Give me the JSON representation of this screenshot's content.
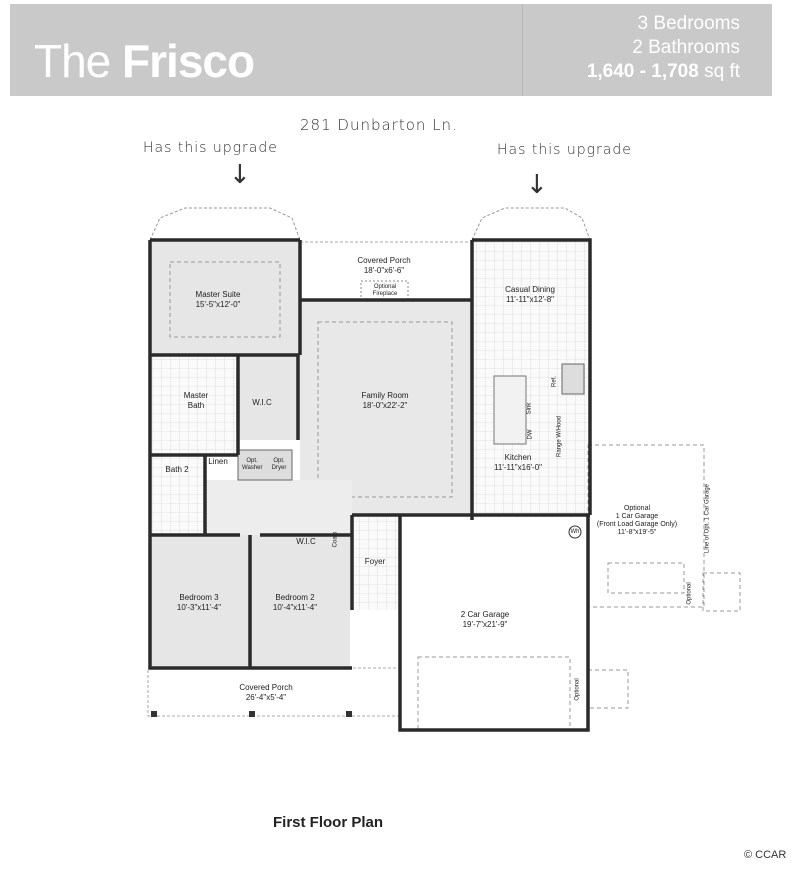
{
  "header": {
    "title_light": "The",
    "title_bold": "Frisco",
    "bedrooms": "3 Bedrooms",
    "bathrooms": "2 Bathrooms",
    "sqft_range": "1,640 - 1,708",
    "sqft_unit": "sq ft"
  },
  "annotations": {
    "address": "281 Dunbarton Ln.",
    "note_left": "Has this upgrade",
    "note_right": "Has this upgrade",
    "arrow": "↓"
  },
  "rooms": {
    "master_suite": {
      "name": "Master Suite",
      "size": "15'-5\"x12'-0\""
    },
    "covered_porch_rear": {
      "name": "Covered Porch",
      "size": "18'-0\"x6'-6\""
    },
    "optional_fireplace": "Optional Fireplace",
    "casual_dining": {
      "name": "Casual Dining",
      "size": "11'-11\"x12'-8\""
    },
    "master_bath": "Master Bath",
    "wic_master": "W.I.C",
    "family_room": {
      "name": "Family Room",
      "size": "18'-0\"x22'-2\""
    },
    "ref": "Ref.",
    "sink": "Sink",
    "dw": "DW",
    "range": "Range W/Hood",
    "kitchen": {
      "name": "Kitchen",
      "size": "11'-11\"x16'-0\""
    },
    "bath2": "Bath 2",
    "linen": "Linen",
    "washer": "Opt. Washer",
    "dryer": "Opt. Dryer",
    "wh": "Wh",
    "optional_garage": {
      "name": "Optional",
      "line2": "1 Car Garage",
      "note": "(Front Load Garage Only)",
      "size": "11'-8\"x19'-5\""
    },
    "line_of_garage": "Line of Opt. 1 Car Garage",
    "wic_hall": "W.I.C",
    "coats": "Coats",
    "foyer": "Foyer",
    "bedroom3": {
      "name": "Bedroom 3",
      "size": "10'-3\"x11'-4\""
    },
    "bedroom2": {
      "name": "Bedroom 2",
      "size": "10'-4\"x11'-4\""
    },
    "garage2": {
      "name": "2 Car Garage",
      "size": "19'-7\"x21'-9\""
    },
    "optional_door1": "Optional",
    "optional_door2": "Optional",
    "covered_porch_front": {
      "name": "Covered Porch",
      "size": "26'-4\"x5'-4\""
    }
  },
  "caption": "First Floor Plan",
  "watermark": "© CCAR"
}
